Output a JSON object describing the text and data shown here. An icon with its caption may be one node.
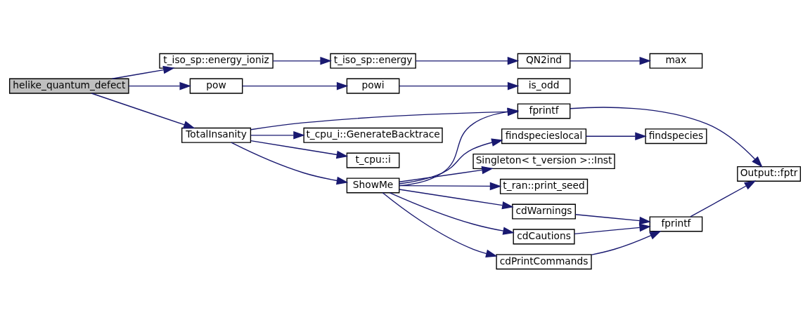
{
  "diagram": {
    "nodes": [
      {
        "text": [
          "helike_quantum_defect"
        ]
      },
      {
        "text": [
          "t_iso_sp::energy_ioniz"
        ]
      },
      {
        "text": [
          "t_iso_sp::energy"
        ]
      },
      {
        "text": [
          "QN2ind"
        ]
      },
      {
        "text": [
          "max"
        ]
      },
      {
        "text": [
          "pow"
        ]
      },
      {
        "text": [
          "powi"
        ]
      },
      {
        "text": [
          "is_odd"
        ]
      },
      {
        "text": [
          "TotalInsanity"
        ]
      },
      {
        "text": [
          "fprintf"
        ]
      },
      {
        "text": [
          "Output::fptr"
        ]
      },
      {
        "text": [
          "t_cpu_i::GenerateBacktrace"
        ]
      },
      {
        "text": [
          "t_cpu::i"
        ]
      },
      {
        "text": [
          "ShowMe"
        ]
      },
      {
        "text": [
          "findspecieslocal"
        ]
      },
      {
        "text": [
          "findspecies"
        ]
      },
      {
        "text": [
          "Singleton< t_version >::Inst"
        ]
      },
      {
        "text": [
          "t_ran::print_seed"
        ]
      },
      {
        "text": [
          "cdWarnings"
        ]
      },
      {
        "text": [
          "cdCautions"
        ]
      },
      {
        "text": [
          "cdPrintCommands"
        ]
      },
      {
        "text": [
          "fprintf"
        ]
      }
    ],
    "edges": [
      {
        "from": 0,
        "to": 1,
        "arrow": "to"
      },
      {
        "from": 1,
        "to": 2,
        "arrow": "to"
      },
      {
        "from": 2,
        "to": 3,
        "arrow": "to"
      },
      {
        "from": 3,
        "to": 4,
        "arrow": "to"
      },
      {
        "from": 0,
        "to": 5,
        "arrow": "to"
      },
      {
        "from": 5,
        "to": 6,
        "arrow": "to"
      },
      {
        "from": 6,
        "to": 7,
        "arrow": "to"
      },
      {
        "from": 0,
        "to": 8,
        "arrow": "to"
      },
      {
        "from": 8,
        "to": 9,
        "arrow": "to"
      },
      {
        "from": 8,
        "to": 11,
        "arrow": "to"
      },
      {
        "from": 8,
        "to": 12,
        "arrow": "to"
      },
      {
        "from": 8,
        "to": 13,
        "arrow": "to"
      },
      {
        "from": 9,
        "to": 10,
        "arrow": "to"
      },
      {
        "from": 13,
        "to": 9,
        "arrow": "to"
      },
      {
        "from": 13,
        "to": 14,
        "arrow": "to"
      },
      {
        "from": 14,
        "to": 15,
        "arrow": "to"
      },
      {
        "from": 13,
        "to": 16,
        "arrow": "to"
      },
      {
        "from": 13,
        "to": 17,
        "arrow": "to"
      },
      {
        "from": 13,
        "to": 18,
        "arrow": "to"
      },
      {
        "from": 13,
        "to": 19,
        "arrow": "to"
      },
      {
        "from": 13,
        "to": 20,
        "arrow": "to"
      },
      {
        "from": 18,
        "to": 21,
        "arrow": "to"
      },
      {
        "from": 19,
        "to": 21,
        "arrow": "to"
      },
      {
        "from": 20,
        "to": 21,
        "arrow": "to"
      },
      {
        "from": 21,
        "to": 10,
        "arrow": "to"
      }
    ]
  }
}
